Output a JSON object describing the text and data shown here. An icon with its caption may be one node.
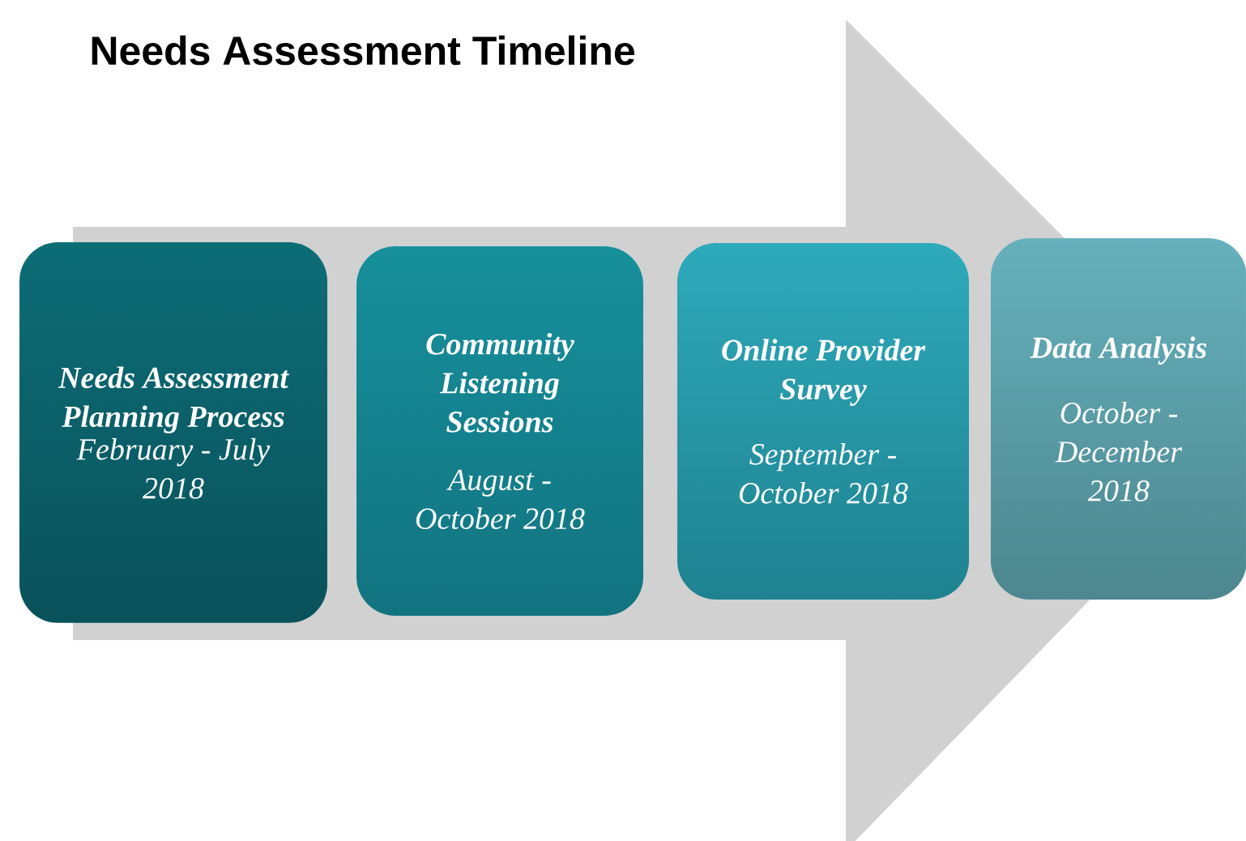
{
  "diagram": {
    "title": "Needs Assessment Timeline",
    "nodes": [
      {
        "text": [
          "Needs Assessment Planning Process",
          "February - July 2018"
        ]
      },
      {
        "text": [
          "Community Listening Sessions",
          "August - October 2018"
        ]
      },
      {
        "text": [
          "Online Provider Survey",
          "September - October 2018"
        ]
      },
      {
        "text": [
          "Data Analysis",
          "October - December 2018"
        ]
      }
    ]
  }
}
